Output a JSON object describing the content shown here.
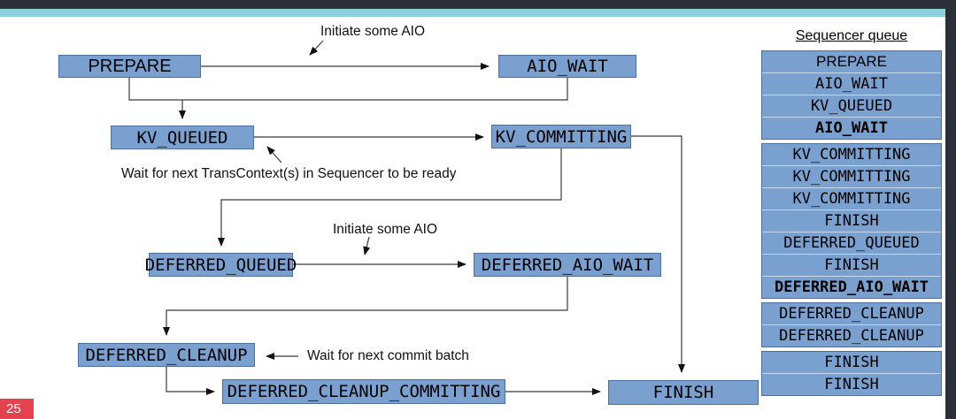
{
  "slide": {
    "page_number": "25",
    "colors": {
      "topbar": "#2a2f38",
      "accent_teal": "#8bd1db",
      "node_fill": "#7aa0d0",
      "node_border": "#4d6f9d",
      "badge_red": "#e2434e",
      "wire": "#3a3a3a"
    }
  },
  "nodes": {
    "prepare": {
      "label": "PREPARE"
    },
    "aio_wait": {
      "label": "AIO_WAIT"
    },
    "kv_queued": {
      "label": "KV_QUEUED"
    },
    "kv_committing": {
      "label": "KV_COMMITTING"
    },
    "deferred_queued": {
      "label": "DEFERRED_QUEUED"
    },
    "deferred_aio_wait": {
      "label": "DEFERRED_AIO_WAIT"
    },
    "deferred_cleanup": {
      "label": "DEFERRED_CLEANUP"
    },
    "deferred_cleanup_committing": {
      "label": "DEFERRED_CLEANUP_COMMITTING"
    },
    "finish": {
      "label": "FINISH"
    }
  },
  "annotations": {
    "initiate_aio_top": "Initiate some AIO",
    "wait_transcontext": "Wait for next TransContext(s) in Sequencer to be ready",
    "initiate_aio_mid": "Initiate some AIO",
    "wait_commit_batch": "Wait for next commit batch"
  },
  "sequencer_queue": {
    "title": "Sequencer queue",
    "groups": [
      {
        "rows": [
          {
            "label": "PREPARE",
            "bold": false
          },
          {
            "label": "AIO_WAIT",
            "bold": false
          },
          {
            "label": "KV_QUEUED",
            "bold": false
          },
          {
            "label": "AIO_WAIT",
            "bold": true
          }
        ]
      },
      {
        "rows": [
          {
            "label": "KV_COMMITTING",
            "bold": false
          },
          {
            "label": "KV_COMMITTING",
            "bold": false
          },
          {
            "label": "KV_COMMITTING",
            "bold": false
          },
          {
            "label": "FINISH",
            "bold": false
          },
          {
            "label": "DEFERRED_QUEUED",
            "bold": false
          },
          {
            "label": "FINISH",
            "bold": false
          },
          {
            "label": "DEFERRED_AIO_WAIT",
            "bold": true
          }
        ]
      },
      {
        "rows": [
          {
            "label": "DEFERRED_CLEANUP",
            "bold": false
          },
          {
            "label": "DEFERRED_CLEANUP",
            "bold": false
          }
        ]
      },
      {
        "rows": [
          {
            "label": "FINISH",
            "bold": false
          },
          {
            "label": "FINISH",
            "bold": false
          }
        ]
      }
    ]
  }
}
